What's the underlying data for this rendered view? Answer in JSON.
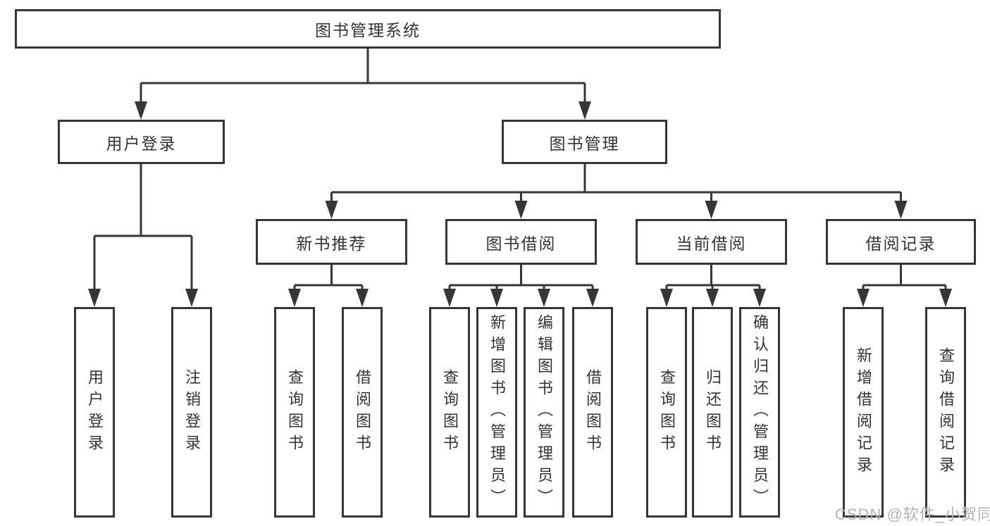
{
  "diagram": {
    "root": {
      "label": "图书管理系统"
    },
    "branches": [
      {
        "label": "用户登录",
        "leaves": [
          "用户登录",
          "注销登录"
        ]
      },
      {
        "label": "图书管理",
        "groups": [
          {
            "label": "新书推荐",
            "leaves": [
              "查询图书",
              "借阅图书"
            ]
          },
          {
            "label": "图书借阅",
            "leaves": [
              "查询图书",
              "新增图书（管理员）",
              "编辑图书（管理员）",
              "借阅图书"
            ]
          },
          {
            "label": "当前借阅",
            "leaves": [
              "查询图书",
              "归还图书",
              "确认归还（管理员）"
            ]
          },
          {
            "label": "借阅记录",
            "leaves": [
              "新增借阅记录",
              "查询借阅记录"
            ]
          }
        ]
      }
    ],
    "colors": {
      "line": "#363636",
      "text": "#333333",
      "box_background": "#ffffff",
      "watermark": "#b4b4b4"
    }
  },
  "watermark": {
    "text": "CSDN @软件_小贺同学"
  }
}
